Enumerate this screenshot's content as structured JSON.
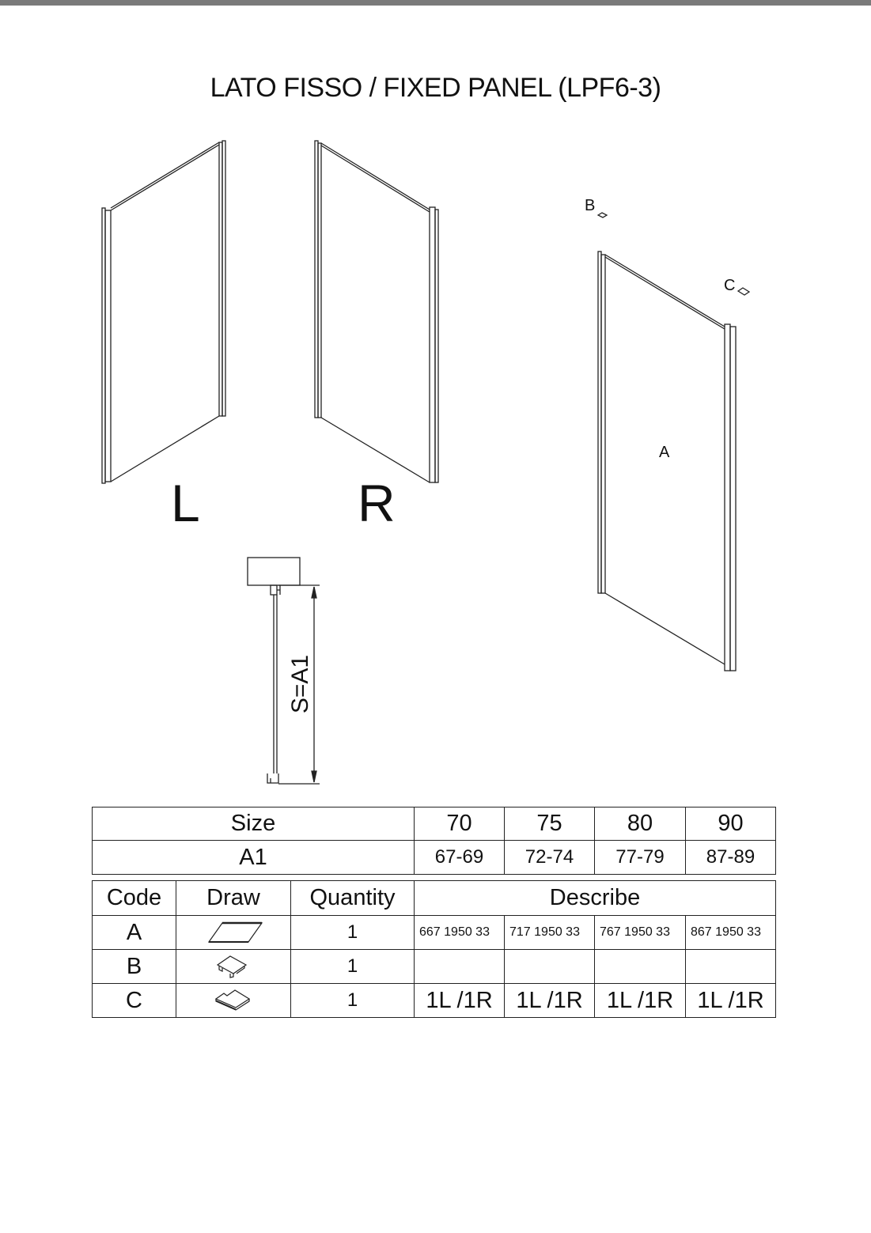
{
  "title": "LATO FISSO / FIXED PANEL (LPF6-3)",
  "drawing_labels": {
    "left": "L",
    "right": "R",
    "part_a": "A",
    "part_b": "B",
    "part_c": "C",
    "dimension": "S=A1"
  },
  "size_table": {
    "size_label": "Size",
    "sizes": [
      "70",
      "75",
      "80",
      "90"
    ],
    "a1_label": "A1",
    "a1_values": [
      "67-69",
      "72-74",
      "77-79",
      "87-89"
    ]
  },
  "parts_table": {
    "headers": {
      "code": "Code",
      "draw": "Draw",
      "quantity": "Quantity",
      "describe": "Describe"
    },
    "rows": [
      {
        "code": "A",
        "draw_icon": "glass-panel-icon",
        "quantity": "1",
        "describe": [
          "667   1950   33",
          "717   1950   33",
          "767   1950   33",
          "867   1950   33"
        ]
      },
      {
        "code": "B",
        "draw_icon": "end-cap-icon",
        "quantity": "1",
        "describe": [
          "",
          "",
          "",
          ""
        ]
      },
      {
        "code": "C",
        "draw_icon": "corner-cap-icon",
        "quantity": "1",
        "describe": [
          "1L /1R",
          "1L /1R",
          "1L /1R",
          "1L /1R"
        ]
      }
    ]
  }
}
